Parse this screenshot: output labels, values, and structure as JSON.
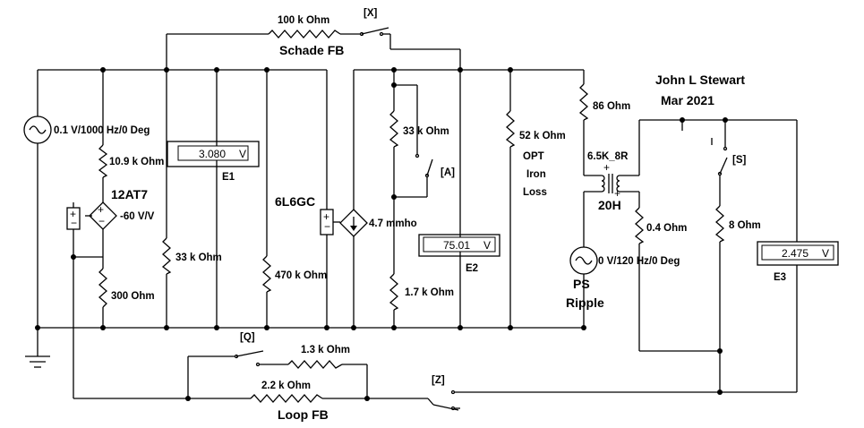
{
  "author": {
    "name": "John L Stewart",
    "date": "Mar 2021"
  },
  "sources": {
    "input": "0.1 V/1000 Hz/0 Deg",
    "ripple": "0 V/120 Hz/0 Deg",
    "ripple_title": "PS",
    "ripple_subtitle": "Ripple"
  },
  "tubes": {
    "tube1_name": "12AT7",
    "tube1_gain": "-60 V/V",
    "tube2_name": "6L6GC",
    "tube2_gm": "4.7 mmho"
  },
  "resistors": {
    "r_10k9": "10.9 k Ohm",
    "r_300": "300  Ohm",
    "r_33k_a": "33 k Ohm",
    "r_470k": "470 k Ohm",
    "r_33k_b": "33 k Ohm",
    "r_1k7": "1.7 k Ohm",
    "r_52k": "52 k Ohm",
    "r_86": "86  Ohm",
    "r_0_4": "0.4  Ohm",
    "r_8": "8  Ohm",
    "r_100k": "100 k Ohm",
    "r_1k3": "1.3 k Ohm",
    "r_2k2": "2.2 k Ohm"
  },
  "labels": {
    "schade": "Schade FB",
    "loop": "Loop FB",
    "opt1": "OPT",
    "opt2": "Iron",
    "opt3": "Loss",
    "transformer": "6.5K_8R",
    "choke": "20H"
  },
  "switches": {
    "x": "[X]",
    "a": "[A]",
    "s": "[S]",
    "q": "[Q]",
    "z": "[Z]"
  },
  "meters": [
    {
      "id": "E1",
      "value": "3.080",
      "unit": "V"
    },
    {
      "id": "E2",
      "value": "75.01",
      "unit": "V"
    },
    {
      "id": "E3",
      "value": "2.475",
      "unit": "V"
    }
  ]
}
